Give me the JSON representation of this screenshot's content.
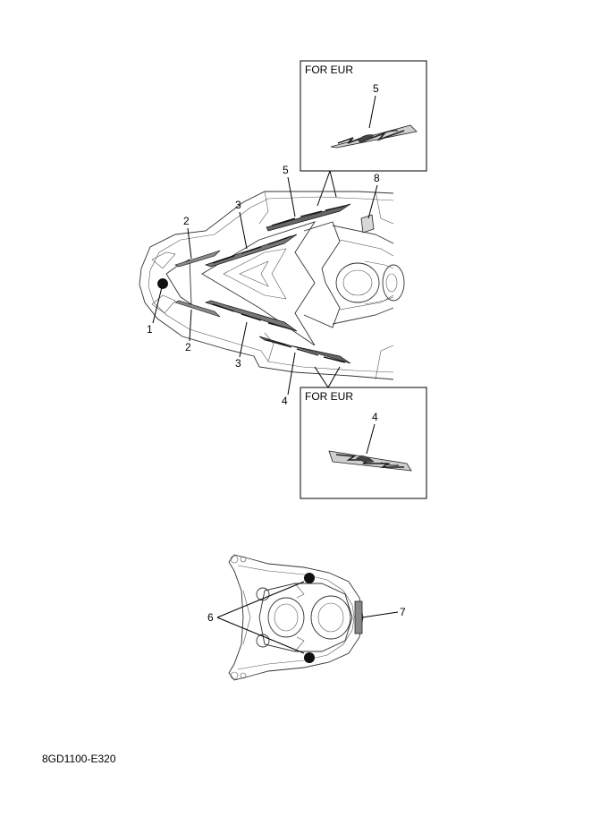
{
  "inset_top": {
    "label": "FOR EUR",
    "callout": "5"
  },
  "inset_bottom": {
    "label": "FOR EUR",
    "callout": "4"
  },
  "callouts": {
    "c1": "1",
    "c2_top": "2",
    "c2_bottom": "2",
    "c3_top": "3",
    "c3_bottom": "3",
    "c4": "4",
    "c5": "5",
    "c6": "6",
    "c7": "7",
    "c8": "8"
  },
  "drawing_code": "8GD1100-E320"
}
